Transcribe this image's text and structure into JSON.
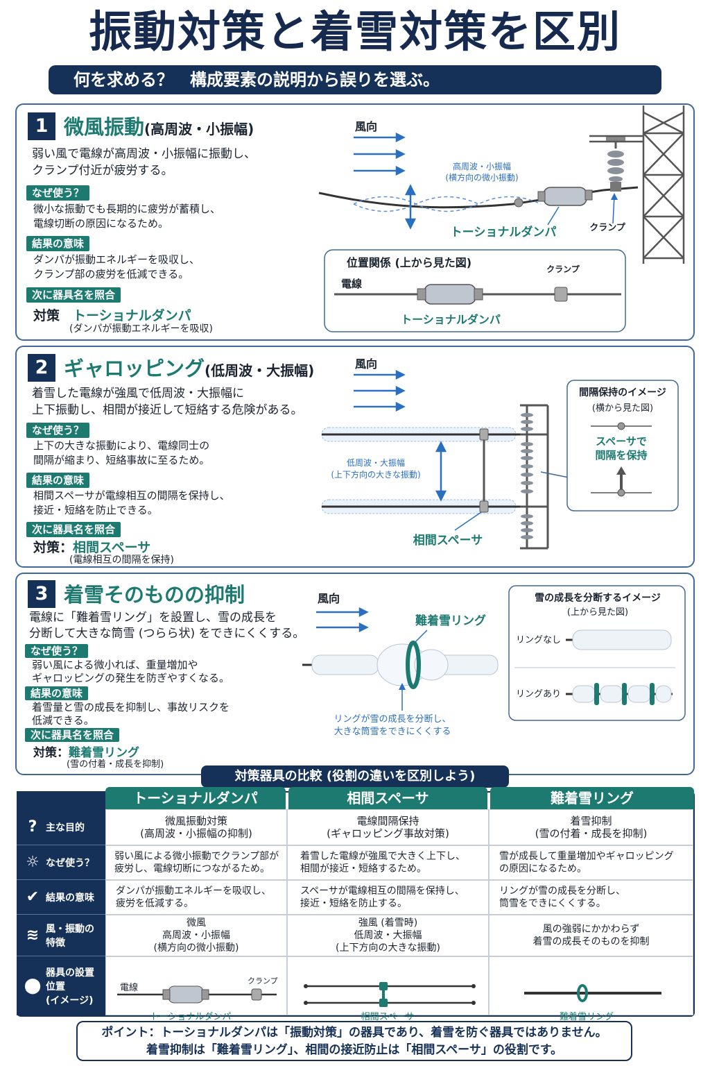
{
  "title": "振動対策と着雪対策を区別",
  "subtitle": "何を求める？　構成要素の説明から誤りを選ぶ。",
  "sections": [
    {
      "num": "1",
      "title": "微風振動",
      "title_sub": "(高周波・小振幅)",
      "desc1": "弱い風で電線が高周波・小振幅に振動し、",
      "desc2": "クランプ付近が疲労する。",
      "why_label": "なぜ使う？",
      "why1": "微小な振動でも長期的に疲労が蓄積し、",
      "why2": "電線切断の原因になるため。",
      "result_label": "結果の意味",
      "result1": "ダンパが振動エネルギーを吸収し、",
      "result2": "クランプ部の疲労を低減できる。",
      "match_label": "次に器具名を照合",
      "counter_prefix": "対策",
      "counter_name": "トーショナルダンパ",
      "counter_note": "(ダンパが振動エネルギーを吸収)",
      "fig": {
        "wind": "風向",
        "osc": "高周波・小振幅",
        "osc2": "(横方向の微小振動)",
        "damper": "トーショナルダンパ",
        "clamp": "クランプ",
        "inset_title": "位置関係 (上から見た図)",
        "inset_wire": "電線",
        "inset_clamp": "クランプ",
        "inset_damper": "トーショナルダンパ"
      }
    },
    {
      "num": "2",
      "title": "ギャロッピング",
      "title_sub": "(低周波・大振幅)",
      "desc1": "着雪した電線が強風で低周波・大振幅に",
      "desc2": "上下振動し、相間が接近して短絡する危険がある。",
      "why_label": "なぜ使う？",
      "why1": "上下の大きな振動により、電線同士の",
      "why2": "間隔が縮まり、短絡事故に至るため。",
      "result_label": "結果の意味",
      "result1": "相間スペーサが電線相互の間隔を保持し、",
      "result2": "接近・短絡を防止できる。",
      "match_label": "次に器具名を照合",
      "counter_prefix": "対策：",
      "counter_name": "相間スペーサ",
      "counter_note": "(電線相互の間隔を保持)",
      "fig": {
        "wind": "風向",
        "osc": "低周波・大振幅",
        "osc2": "(上下方向の大きな振動)",
        "spacer": "相間スペーサ",
        "inset_title": "間隔保持のイメージ",
        "inset_sub": "(横から見た図)",
        "inset_text1": "スペーサで",
        "inset_text2": "間隔を保持"
      }
    },
    {
      "num": "3",
      "title": "着雪そのものの抑制",
      "title_sub": "",
      "desc1": "電線に「難着雪リング」を設置し、雪の成長を",
      "desc2": "分断して大きな筒雪 (つらら状) をできにくくする。",
      "why_label": "なぜ使う？",
      "why1": "弱い風による微小れば、重量増加や",
      "why2": "ギャロッピングの発生を防ぎやすくなる。",
      "result_label": "結果の意味",
      "result1": "着雪量と雪の成長を抑制し、事故リスクを",
      "result2": "低減できる。",
      "match_label": "次に器具名を照合",
      "counter_prefix": "対策：",
      "counter_name": "難着雪リング",
      "counter_note": "(雪の付着・成長を抑制)",
      "fig": {
        "wind": "風向",
        "ring": "難着雪リング",
        "note1": "リングが雪の成長を分断し、",
        "note2": "大きな筒雪をできにくくする",
        "inset_title": "雪の成長を分断するイメージ",
        "inset_sub": "(上から見た図)",
        "no_ring": "リングなし",
        "with_ring": "リングあり"
      }
    }
  ],
  "comparison": {
    "title": "対策器具の比較 (役割の違いを区別しよう)",
    "columns": [
      "トーショナルダンパ",
      "相間スペーサ",
      "難着雪リング"
    ],
    "rows": [
      {
        "icon": "question-icon",
        "label": "主な目的",
        "cells": [
          "微風振動対策\n(高周波・小振幅の抑制)",
          "電線間隔保持\n(ギャロッピング事故対策)",
          "着雪抑制\n(雪の付着・成長を抑制)"
        ]
      },
      {
        "icon": "lightbulb-icon",
        "label": "なぜ使う？",
        "cells": [
          "弱い風による微小振動でクランプ部が\n疲労し、電線切断につながるため。",
          "着雪した電線が強風で大きく上下し、\n相間が接近・短絡するため。",
          "雪が成長して重量増加やギャロッピング\nの原因になるため。"
        ]
      },
      {
        "icon": "check-icon",
        "label": "結果の意味",
        "cells": [
          "ダンパが振動エネルギーを吸収し、\n疲労を低減する。",
          "スペーサが電線相互の間隔を保持し、\n接近・短絡を防止する。",
          "リングが雪の成長を分断し、\n筒雪をできにくくする。"
        ]
      },
      {
        "icon": "wind-icon",
        "label": "風・振動の\n特徴",
        "cells": [
          "微風\n高周波・小振幅\n(横方向の微小振動)",
          "強風 (着雪時)\n低周波・大振幅\n(上下方向の大きな振動)",
          "風の強弱にかかわらず\n着雪の成長そのものを抑制"
        ]
      },
      {
        "icon": "location-pin-icon",
        "label": "器具の設置\n位置\n(イメージ)",
        "images": {
          "wire": "電線",
          "clamp": "クランプ",
          "damper": "トーショナルダンパ",
          "spacer": "相間スペーサ",
          "ring": "難着雪リング"
        }
      }
    ]
  },
  "point": {
    "line1": "ポイント：トーショナルダンパは「振動対策」の器具であり、着雪を防ぐ器具ではありません。",
    "line2": "着雪抑制は「難着雪リング」、相間の接近防止は「相間スペーサ」の役割です。"
  }
}
